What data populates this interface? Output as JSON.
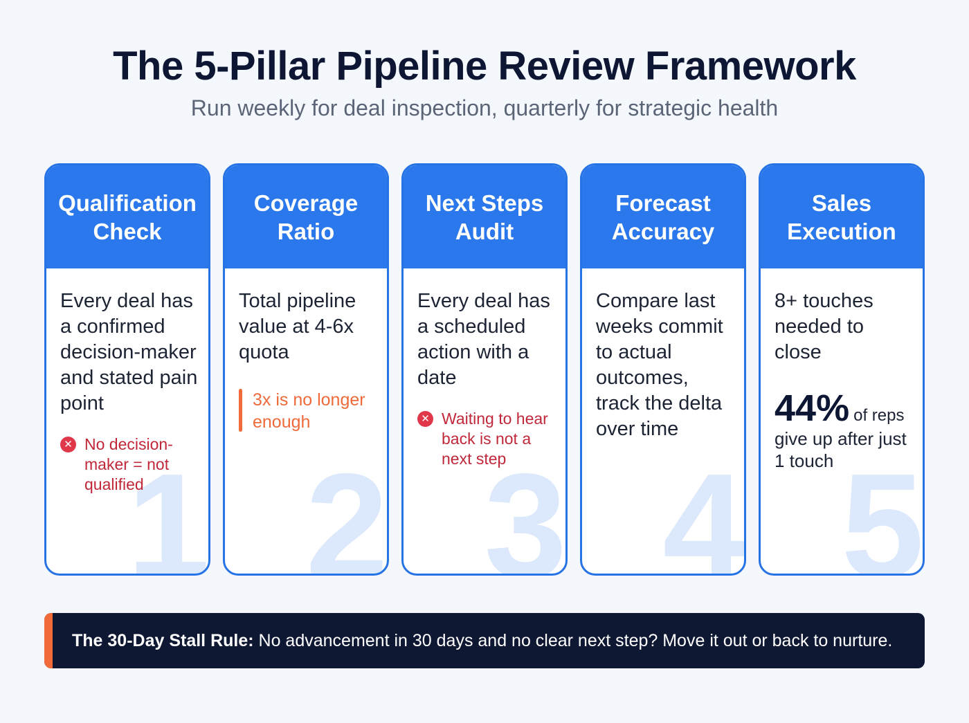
{
  "header": {
    "title": "The 5-Pillar Pipeline Review Framework",
    "subtitle": "Run weekly for deal inspection, quarterly for strategic health"
  },
  "pillars": [
    {
      "number": "1",
      "title": "Qualification Check",
      "body": "Every deal has a confirmed decision-maker and stated pain point",
      "warning": "No decision-maker = not qualified"
    },
    {
      "number": "2",
      "title": "Coverage Ratio",
      "body": "Total pipeline value at 4-6x quota",
      "note": "3x is no longer enough"
    },
    {
      "number": "3",
      "title": "Next Steps Audit",
      "body": "Every deal has a scheduled action with a date",
      "warning": "Waiting to hear back is not a next step"
    },
    {
      "number": "4",
      "title": "Forecast Accuracy",
      "body": "Compare last weeks commit to actual outcomes, track the delta over time"
    },
    {
      "number": "5",
      "title": "Sales Execution",
      "body": "8+ touches needed to close",
      "stat_value": "44%",
      "stat_suffix": "of reps",
      "stat_rest": "give up after just 1 touch"
    }
  ],
  "rule": {
    "label": "The 30-Day Stall Rule:",
    "text": "No advancement in 30 days and no clear next step? Move it out or back to nurture."
  },
  "colors": {
    "primary_blue": "#2a78ec",
    "navy": "#0f1833",
    "warning_red": "#c0283a",
    "accent_orange": "#f06a3a"
  },
  "icons": {
    "warning": "x-circle-icon",
    "note": "orange-accent-bar"
  }
}
